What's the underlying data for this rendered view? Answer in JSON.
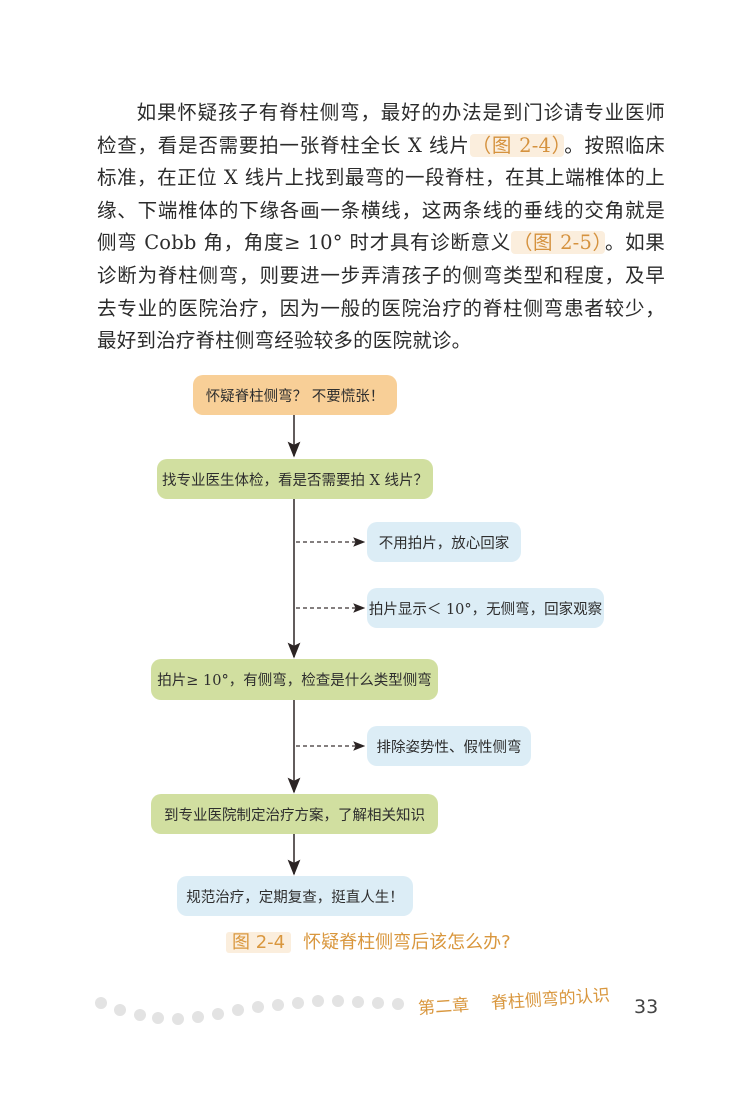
{
  "body_text": {
    "part1": "如果怀疑孩子有脊柱侧弯，最好的办法是到门诊请专业医师检查，看是否需要拍一张脊柱全长 X 线片",
    "ref1": "（图 2-4）",
    "part2": "。按照临床标准，在正位 X 线片上找到最弯的一段脊柱，在其上端椎体的上缘、下端椎体的下缘各画一条横线，这两条线的垂线的交角就是侧弯 Cobb 角，角度≥ 10° 时才具有诊断意义",
    "ref2": "（图 2-5）",
    "part3": "。如果诊断为脊柱侧弯，则要进一步弄清孩子的侧弯类型和程度，及早去专业的医院治疗，因为一般的医院治疗的脊柱侧弯患者较少，最好到治疗脊柱侧弯经验较多的医院就诊。"
  },
  "flowchart": {
    "steps": [
      {
        "id": "start",
        "label": "怀疑脊柱侧弯？ 不要慌张！",
        "color": "orange"
      },
      {
        "id": "exam",
        "label": "找专业医生体检，看是否需要拍 X 线片？",
        "color": "green"
      },
      {
        "id": "no-xray",
        "label": "不用拍片，放心回家",
        "color": "blue"
      },
      {
        "id": "under-10",
        "label": "拍片显示＜ 10°，无侧弯，回家观察",
        "color": "blue"
      },
      {
        "id": "over-10",
        "label": "拍片≥ 10°，有侧弯，检查是什么类型侧弯",
        "color": "green"
      },
      {
        "id": "exclude",
        "label": "排除姿势性、假性侧弯",
        "color": "blue"
      },
      {
        "id": "plan",
        "label": "到专业医院制定治疗方案，了解相关知识",
        "color": "green"
      },
      {
        "id": "treat",
        "label": "规范治疗，定期复查，挺直人生！",
        "color": "blue"
      }
    ]
  },
  "caption": {
    "figure": "图 2-4",
    "title": "怀疑脊柱侧弯后该怎么办?"
  },
  "footer": {
    "chapter": "第二章",
    "chapter_title": "脊柱侧弯的认识",
    "page_number": "33"
  },
  "colors": {
    "accent": "#d9973e",
    "orange_box": "#f8cf97",
    "green_box": "#d1dfa0",
    "blue_box": "#dcedf6",
    "dots": "#e3e3e3"
  }
}
